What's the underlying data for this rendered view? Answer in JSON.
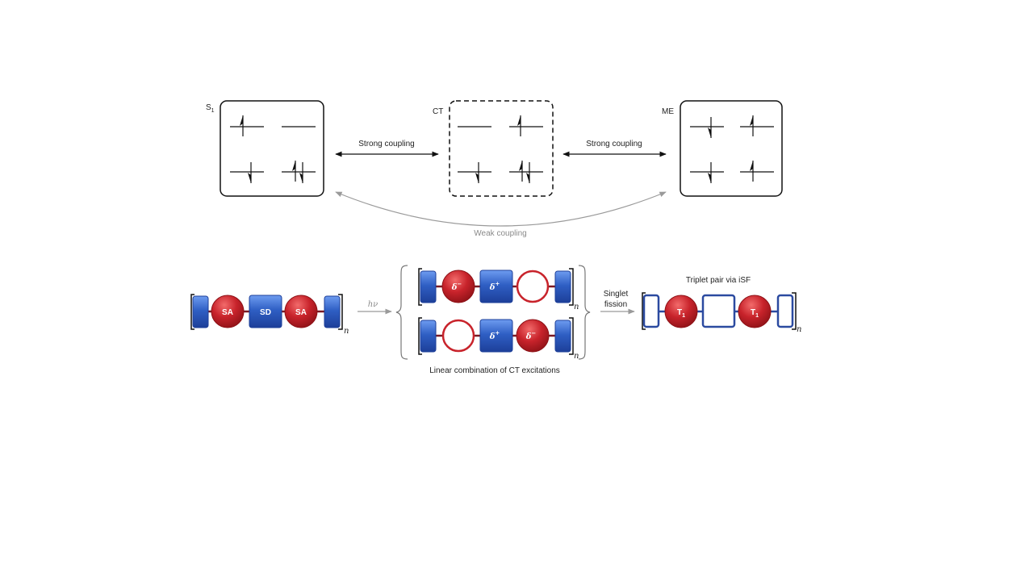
{
  "top_panel": {
    "states": [
      {
        "label": "S",
        "label_sub": "1"
      },
      {
        "label": "CT",
        "label_sub": ""
      },
      {
        "label": "ME",
        "label_sub": ""
      }
    ],
    "coupling_left": "Strong coupling",
    "coupling_right": "Strong coupling",
    "coupling_weak": "Weak coupling"
  },
  "bottom_panel": {
    "ground": {
      "acceptor": "SA",
      "donor": "SD",
      "repeat": "n"
    },
    "excitation_label": "hν",
    "ct_rows": [
      {
        "left": "δ",
        "left_sup": "−",
        "right": "δ",
        "right_sup": "+"
      },
      {
        "left": "δ",
        "left_sup": "+",
        "right": "δ",
        "right_sup": "−"
      }
    ],
    "ct_repeat": "n",
    "ct_caption": "Linear combination of CT excitations",
    "fission_label_line1": "Singlet",
    "fission_label_line2": "fission",
    "triplet_title": "Triplet pair via iSF",
    "triplet_unit": "T",
    "triplet_unit_sub": "1",
    "triplet_repeat": "n"
  },
  "colors": {
    "acceptor_red": "#c8232b",
    "donor_blue": "#2f5fc4",
    "outline_blue": "#2b4aa0",
    "weak_gray": "#9a9a9a"
  }
}
